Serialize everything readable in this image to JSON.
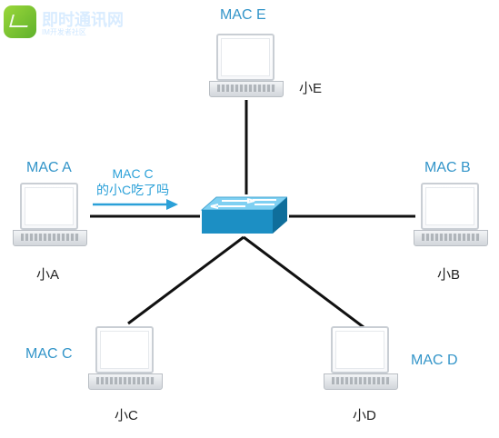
{
  "watermark": {
    "title": "即时通讯网",
    "subtitle": "IM开发者社区"
  },
  "nodes": [
    {
      "id": "a",
      "mac_label": "MAC A",
      "host_label": "小A"
    },
    {
      "id": "b",
      "mac_label": "MAC B",
      "host_label": "小B"
    },
    {
      "id": "c",
      "mac_label": "MAC C",
      "host_label": "小C"
    },
    {
      "id": "d",
      "mac_label": "MAC D",
      "host_label": "小D"
    },
    {
      "id": "e",
      "mac_label": "MAC E",
      "host_label": "小E"
    }
  ],
  "message": {
    "line1": "MAC C",
    "line2": "的小C吃了吗"
  },
  "colors": {
    "label": "#3395c9",
    "message": "#2aa0d8",
    "lines": "#111111",
    "switch_top": "#7fd0f2",
    "switch_front": "#1c8fc4",
    "switch_side": "#0f6e9b"
  }
}
